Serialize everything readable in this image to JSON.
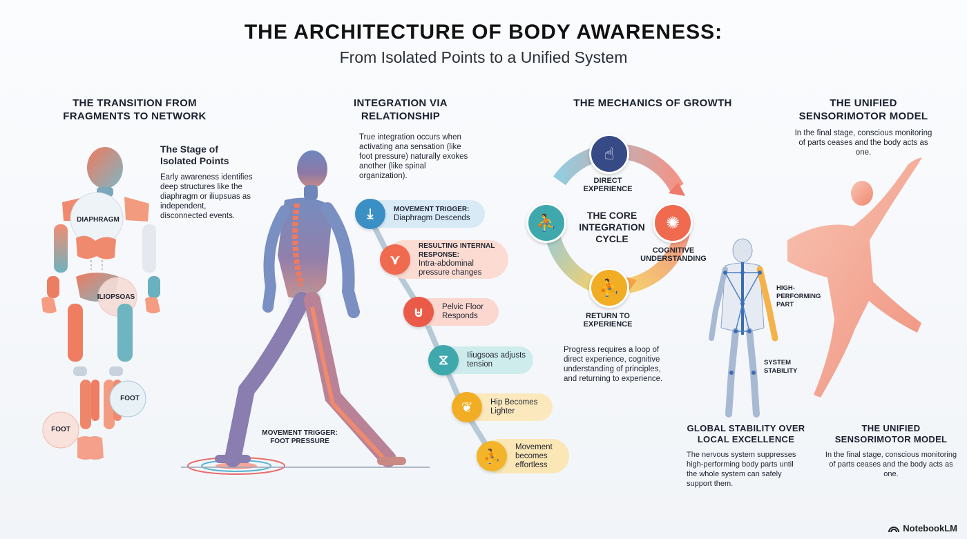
{
  "title": "THE ARCHITECTURE OF BODY AWARENESS:",
  "subtitle": "From Isolated Points to a Unified System",
  "section1": {
    "heading": "THE TRANSITION FROM\nFRAGMENTS TO NETWORK",
    "stage_title": "The Stage of\nIsolated Points",
    "stage_text": "Early awareness identifies deep structures like the diaphragm or iliupsuas as independent, disconnected events.",
    "labels": {
      "diaphragm": "DIAPHRAGM",
      "iliopsoas": "ILIOPSOAS",
      "foot_right": "FOOT",
      "foot_left": "FOOT"
    }
  },
  "section2": {
    "heading": "INTEGRATION VIA\nRELATIONSHIP",
    "intro": "True integration occurs when activating ana sensation (like foot pressure) naturally exokes another (like spinal organization).",
    "walker_label": "MOVEMENT TRIGGER:\nFOOT PRESSURE",
    "steps": [
      {
        "small": "MOVEMENT TRIGGER:",
        "text": "Diaphragm Descends",
        "icon": "arrow-down-icon",
        "color": "#3a8fc4",
        "bg": "#d7eaf6"
      },
      {
        "small": "RESULTING INTERNAL RESPONSE:",
        "text": "Intra-abdominal pressure changes",
        "icon": "split-arrow-icon",
        "color": "#ef6a4f",
        "bg": "#fcdcd2"
      },
      {
        "small": "",
        "text": "Pelvic Floor Responds",
        "icon": "pelvis-icon",
        "color": "#ea5a48",
        "bg": "#fbd7cf"
      },
      {
        "small": "",
        "text": "Iliugsoas adjusts tension",
        "icon": "hips-icon",
        "color": "#3ea8ad",
        "bg": "#cfeced"
      },
      {
        "small": "",
        "text": "Hip Becomes Lighter",
        "icon": "feather-icon",
        "color": "#f1ad24",
        "bg": "#fbe8bd"
      },
      {
        "small": "",
        "text": "Movement becomes effortless",
        "icon": "running-icon",
        "color": "#f3b42a",
        "bg": "#fbe6b5"
      }
    ]
  },
  "section3": {
    "heading": "THE MECHANICS OF GROWTH",
    "center": "THE CORE\nINTEGRATION\nCYCLE",
    "nodes": {
      "direct": "DIRECT\nEXPERIENCE",
      "cognitive": "COGNITIVE\nUNDERSTANDING",
      "return": "RETURN TO\nEXPERIENCE"
    },
    "text": "Progress requires a loop of direct experience, cognitive understanding of principles, and returning to experience."
  },
  "section4": {
    "heading": "THE UNIFIED\nSENSORIMOTOR MODEL",
    "top_text": "In the final stage, conscious monitoring of parts ceases and the body acts as one.",
    "label_high": "HIGH-\nPERFORMING\nPART",
    "label_stability": "SYSTEM\nSTABILITY",
    "global_heading": "GLOBAL STABILITY OVER\nLOCAL EXCELLENCE",
    "global_text": "The nervous system suppresses high-performing body parts until the whole system can safely support them.",
    "unified_heading": "THE UNIFIED\nSENSORIMOTOR MODEL",
    "unified_text": "In the final stage, conscious monitoring of parts ceases and the body acts as one."
  },
  "footer": "NotebookLM",
  "colors": {
    "blue": "#3a8fc4",
    "coral": "#ef6a4f",
    "teal": "#3ea8ad",
    "gold": "#f1ad24",
    "navy": "#364a86"
  }
}
